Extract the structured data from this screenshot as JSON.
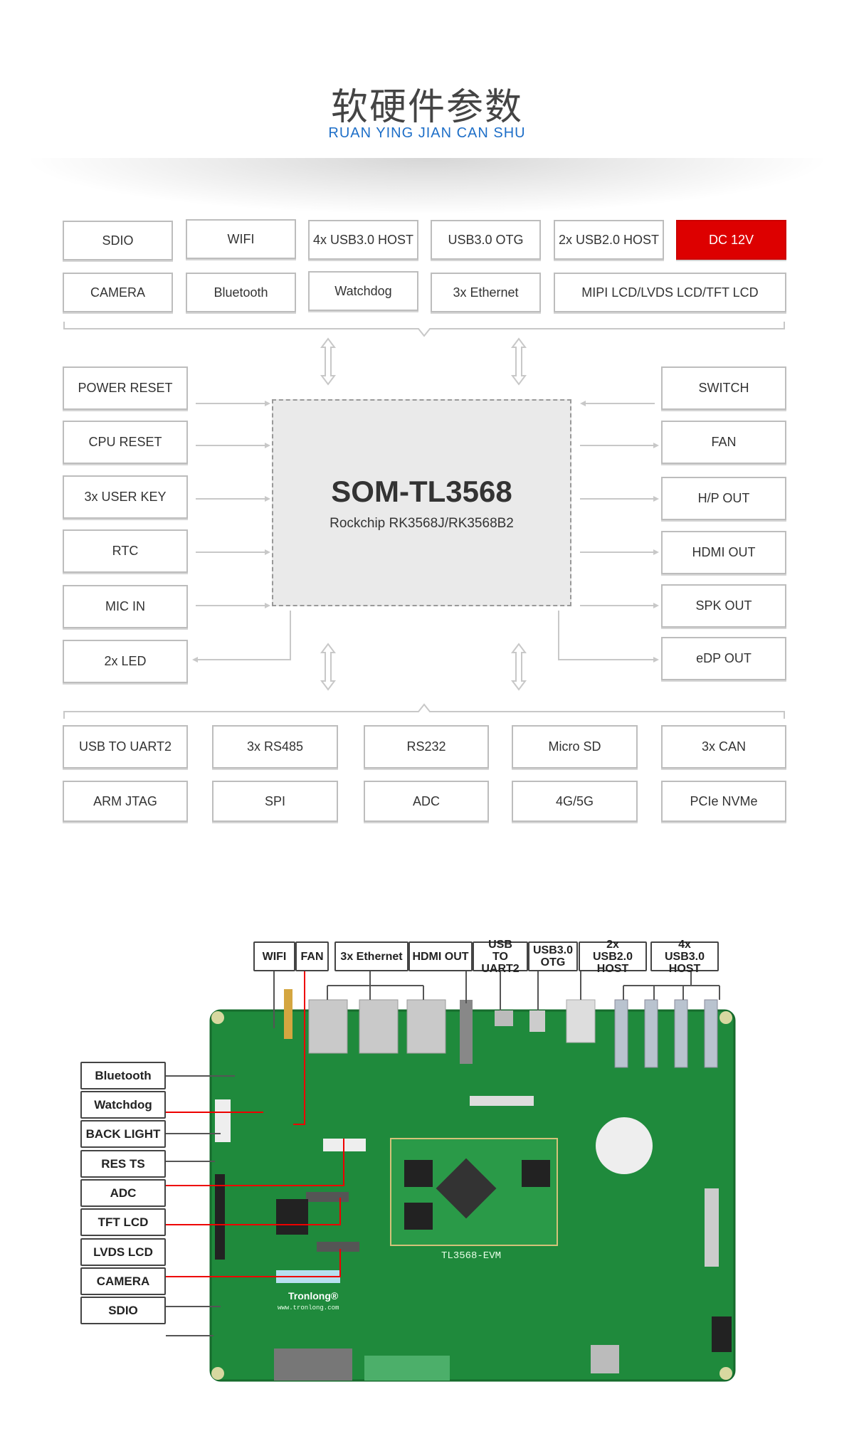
{
  "header": {
    "title": "软硬件参数",
    "subtitle": "RUAN YING JIAN CAN SHU"
  },
  "top_row1": [
    "SDIO",
    "WIFI",
    "4x USB3.0 HOST",
    "USB3.0 OTG",
    "2x USB2.0 HOST",
    "DC 12V"
  ],
  "top_row2": [
    "CAMERA",
    "Bluetooth",
    "Watchdog",
    "3x Ethernet",
    "MIPI LCD/LVDS LCD/TFT LCD"
  ],
  "left": [
    "POWER RESET",
    "CPU RESET",
    "3x USER KEY",
    "RTC",
    "MIC IN",
    "2x LED"
  ],
  "right": [
    "SWITCH",
    "FAN",
    "H/P OUT",
    "HDMI OUT",
    "SPK OUT",
    "eDP OUT"
  ],
  "som": {
    "name": "SOM-TL3568",
    "chip": "Rockchip RK3568J/RK3568B2"
  },
  "bottom_row1": [
    "USB TO UART2",
    "3x RS485",
    "RS232",
    "Micro SD",
    "3x CAN"
  ],
  "bottom_row2": [
    "ARM JTAG",
    "SPI",
    "ADC",
    "4G/5G",
    "PCIe NVMe"
  ],
  "board": {
    "top_labels": [
      "WIFI",
      "FAN",
      "3x Ethernet",
      "HDMI OUT",
      "USB TO UART2",
      "USB3.0 OTG",
      "2x USB2.0 HOST",
      "4x USB3.0 HOST"
    ],
    "left_labels": [
      "Bluetooth",
      "Watchdog",
      "BACK LIGHT",
      "RES TS",
      "ADC",
      "TFT LCD",
      "LVDS LCD",
      "CAMERA",
      "SDIO"
    ],
    "board_name": "TL3568-EVM",
    "brand": "Tronlong®",
    "site": "www.tronlong.com"
  },
  "colors": {
    "accent_red": "#dd0000",
    "subtitle_blue": "#1e6fc8",
    "board_green": "#1f8a3c"
  }
}
